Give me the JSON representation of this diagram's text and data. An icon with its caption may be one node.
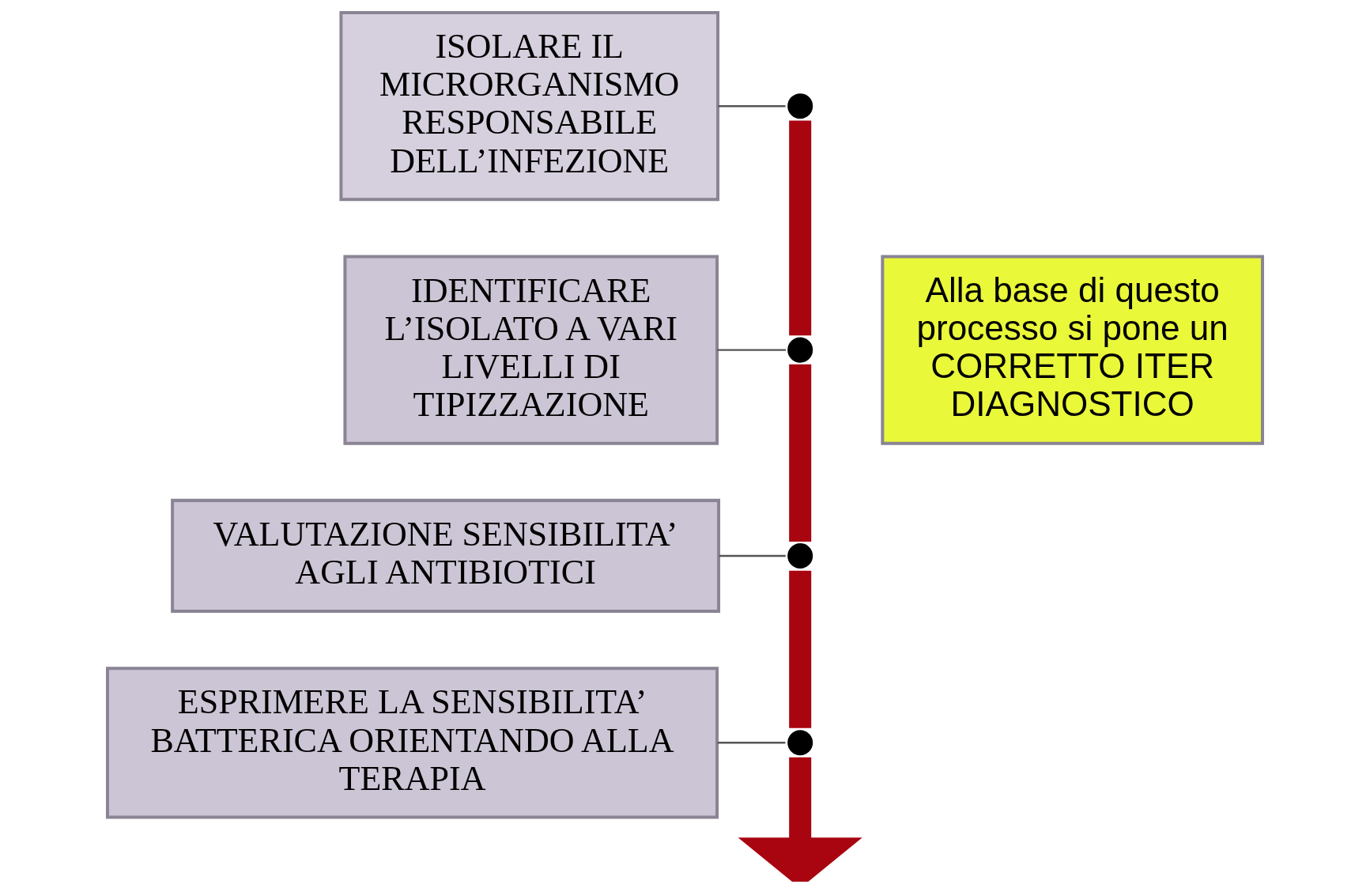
{
  "diagram": {
    "nodes": [
      {
        "text": [
          "ISOLARE IL MICRORGANISMO RESPONSABILE DELL’INFEZIONE"
        ]
      },
      {
        "text": [
          "IDENTIFICARE L’ISOLATO A VARI LIVELLI DI TIPIZZAZIONE"
        ]
      },
      {
        "text": [
          "VALUTAZIONE SENSIBILITA’ AGLI ANTIBIOTICI"
        ]
      },
      {
        "text": [
          "ESPRIMERE LA SENSIBILITA’ BATTERICA ORIENTANDO ALLA TERAPIA"
        ]
      },
      {
        "text": [],
        "shape": "circle"
      },
      {
        "text": [],
        "shape": "circle"
      },
      {
        "text": [],
        "shape": "circle"
      },
      {
        "text": [],
        "shape": "circle"
      },
      {
        "text": [
          "Alla base di questo processo si pone un CORRETTO ITER DIAGNOSTICO"
        ]
      }
    ],
    "edges": [
      {
        "from": 0,
        "to": 4,
        "arrow": "none"
      },
      {
        "from": 1,
        "to": 5,
        "arrow": "none"
      },
      {
        "from": 2,
        "to": 6,
        "arrow": "none"
      },
      {
        "from": 3,
        "to": 7,
        "arrow": "none"
      },
      {
        "from": 4,
        "to": 5,
        "arrow": "none",
        "style": "thick",
        "color": "#a80510"
      },
      {
        "from": 5,
        "to": 6,
        "arrow": "none",
        "style": "thick",
        "color": "#a80510"
      },
      {
        "from": 6,
        "to": 7,
        "arrow": "none",
        "style": "thick",
        "color": "#a80510"
      },
      {
        "from": 7,
        "to": null,
        "arrow": "to",
        "style": "thick",
        "color": "#a80510"
      }
    ]
  }
}
